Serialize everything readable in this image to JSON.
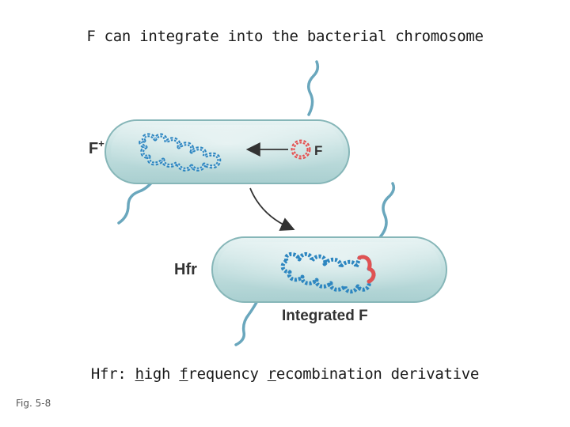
{
  "title": "F can integrate into the bacterial chromosome",
  "caption": {
    "prefix": "Hfr: ",
    "w1_first": "h",
    "w1_rest": "igh ",
    "w2_first": "f",
    "w2_rest": "requency ",
    "w3_first": "r",
    "w3_rest": "ecombination derivative"
  },
  "figure_ref": "Fig. 5-8",
  "cells": {
    "top": {
      "label": "F",
      "label_sup": "+",
      "plasmid_label": "F"
    },
    "bottom": {
      "label": "Hfr",
      "integrated_label": "Integrated F"
    }
  },
  "colors": {
    "cell_fill": "#cfe6e6",
    "cell_stroke": "#7fb0b2",
    "chromosome": "#2d86c0",
    "plasmid": "#e05252",
    "flagellum": "#6aa7bd"
  }
}
